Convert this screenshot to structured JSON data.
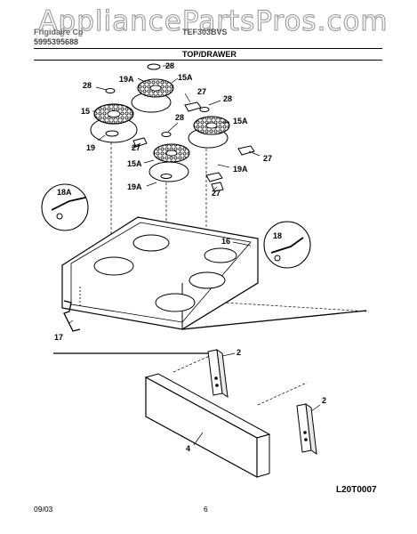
{
  "watermark": "AppliancePartsPros.com",
  "header": {
    "brand": "Frigidaire Co",
    "publication_number": "5995395688",
    "model": "TEF303BVS",
    "section_title": "TOP/DRAWER"
  },
  "callouts": {
    "c28a": "28",
    "c19Aa": "19A",
    "c15Aa": "15A",
    "c28b": "28",
    "c27a": "27",
    "c28c": "28",
    "c15": "15",
    "c27b": "27",
    "c28d": "28",
    "c15Ab": "15A",
    "c19": "19",
    "c15Ac": "15A",
    "c27c": "27",
    "c19Ab": "19A",
    "c19Ac": "19A",
    "c27d": "27",
    "c18A": "18A",
    "c16": "16",
    "c18": "18",
    "c17": "17",
    "c2a": "2",
    "c2b": "2",
    "c4": "4"
  },
  "footer": {
    "date": "09/03",
    "page": "6",
    "illustration_code": "L20T0007"
  },
  "icons": [
    "surface-element-icon",
    "drip-bowl-icon",
    "element-receptacle-icon",
    "cooktop-icon",
    "drawer-panel-icon",
    "drawer-bracket-icon"
  ]
}
